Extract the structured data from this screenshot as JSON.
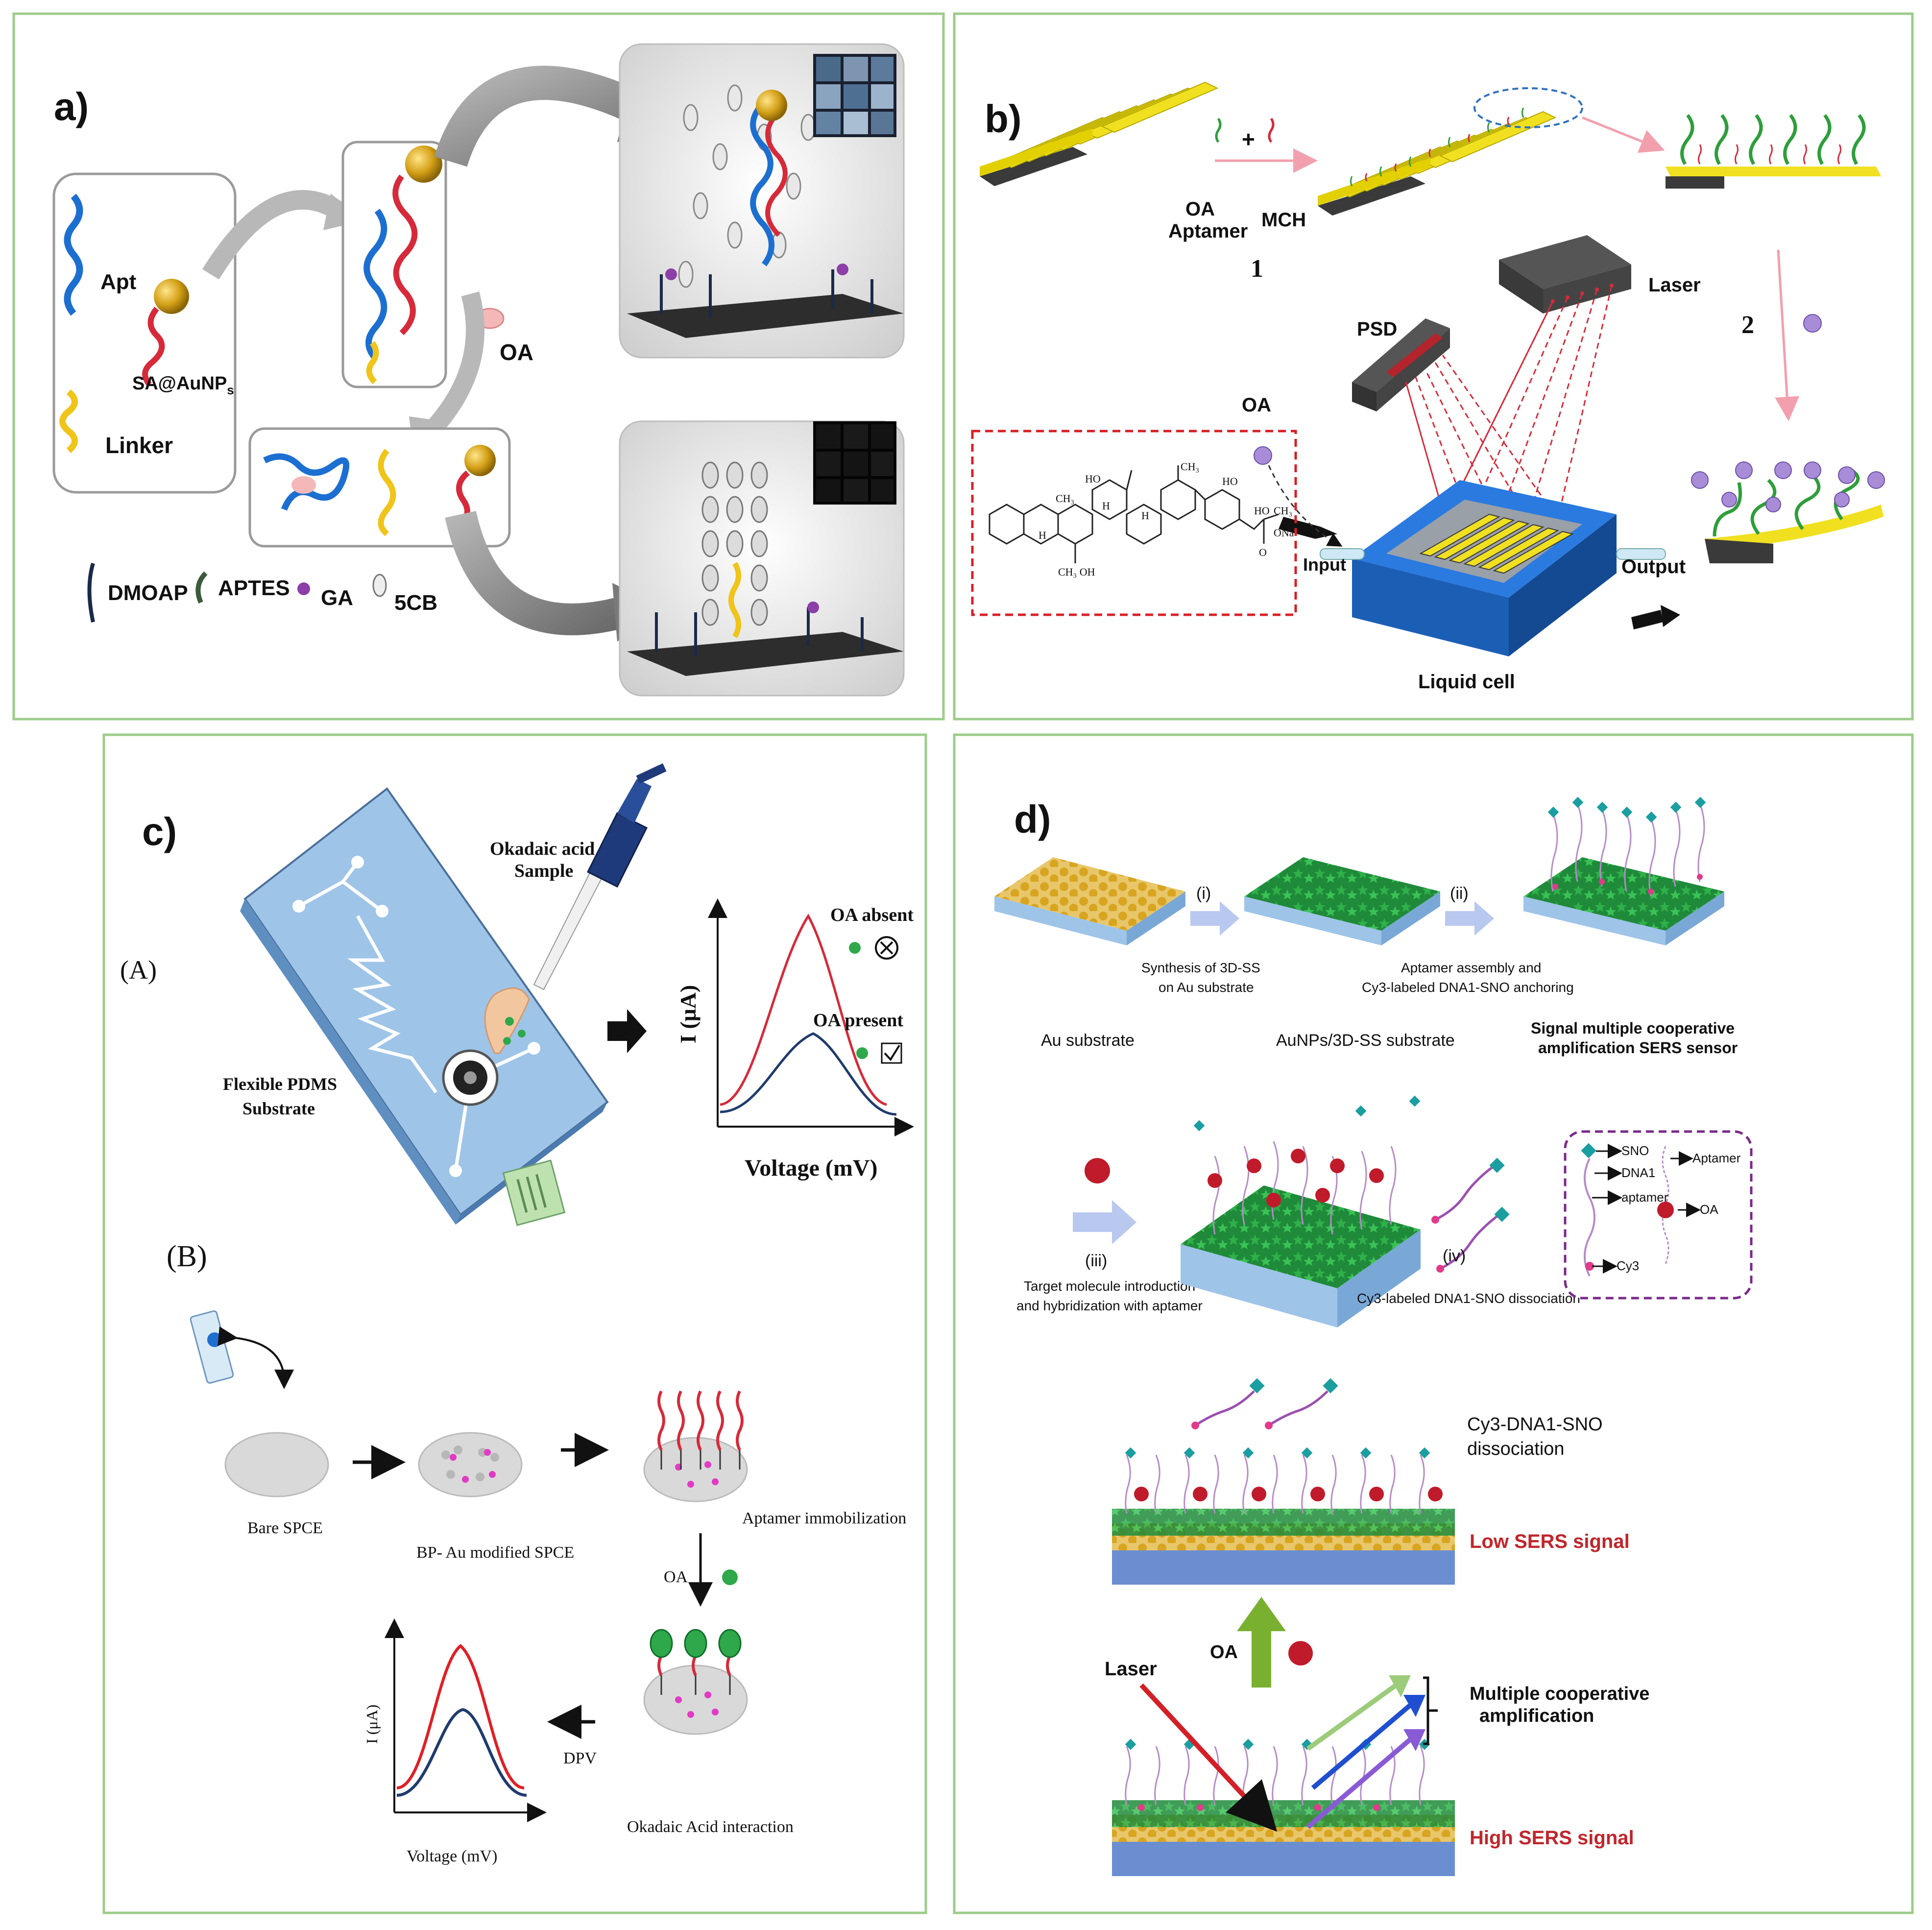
{
  "colors": {
    "frame_green": "#9ccc8a",
    "dna_blue": "#1c6fd1",
    "dna_red": "#d62a3a",
    "linker_yellow": "#f0c419",
    "gold_np": "#d4a017",
    "substrate_dark": "#3a3a3a",
    "pdms_blue": "#9ec4e8",
    "liquid_cell_blue": "#1f6fd0",
    "chem_box_red": "#d81f26",
    "purple_box": "#7a2a8a",
    "sers_green": "#2e9e3a",
    "low_signal_red": "#c0262c"
  },
  "panel_a": {
    "label": "a)",
    "apt": "Apt",
    "sa_aunps": "SA@AuNP",
    "sa_sub": "s",
    "linker": "Linker",
    "oa": "OA",
    "legend": {
      "dmoap": "DMOAP",
      "aptes": "APTES",
      "ga": "GA",
      "cb5": "5CB"
    }
  },
  "panel_b": {
    "label": "b)",
    "plus": "+",
    "oa_aptamer_1": "OA",
    "oa_aptamer_2": "Aptamer",
    "mch": "MCH",
    "step1": "1",
    "step2": "2",
    "laser": "Laser",
    "psd": "PSD",
    "oa": "OA",
    "input": "Input",
    "output": "Output",
    "liquid_cell": "Liquid cell",
    "chem": {
      "ho1": "HO",
      "ho2": "HO",
      "ho3": "HO",
      "h1": "H",
      "h2": "H",
      "h3": "H",
      "ch3a": "CH₃",
      "ch3b": "CH₃",
      "ch3c": "CH₃",
      "ch3oh": "CH₃  OH",
      "ona": "ONa",
      "o": "O"
    }
  },
  "panel_c": {
    "label": "c)",
    "a_label": "(A)",
    "b_label": "(B)",
    "okadaic_1": "Okadaic acid",
    "okadaic_2": "Sample",
    "pdms_1": "Flexible PDMS",
    "pdms_2": "Substrate",
    "oa_absent": "OA absent",
    "oa_present": "OA present",
    "ylabel": "I (μA)",
    "xlabel": "Voltage (mV)",
    "bare_spce": "Bare SPCE",
    "bp_au": "BP- Au modified SPCE",
    "aptamer_imm": "Aptamer  immobilization",
    "oa": "OA",
    "dpv": "DPV",
    "okadaic_interaction": "Okadaic Acid interaction",
    "ylabel_small": "I (μA)",
    "xlabel_small": "Voltage (mV)"
  },
  "panel_d": {
    "label": "d)",
    "step_i": "(i)",
    "step_ii": "(ii)",
    "step_iii": "(iii)",
    "step_iv": "(iv)",
    "synth_1": "Synthesis of 3D-SS",
    "synth_2": "on Au substrate",
    "assembly_1": "Aptamer assembly and",
    "assembly_2": "Cy3-labeled DNA1-SNO anchoring",
    "au_substrate": "Au substrate",
    "aunps": "AuNPs/3D-SS substrate",
    "signal_1": "Signal multiple cooperative",
    "signal_2": "amplification SERS sensor",
    "target_1": "Target molecule introduction",
    "target_2": "and hybridization with aptamer",
    "cy3_diss": "Cy3-labeled DNA1-SNO dissociation",
    "legend": {
      "sno": "SNO",
      "dna1": "DNA1",
      "aptamer_l": "aptamer",
      "cy3": "Cy3",
      "aptamer_r": "Aptamer",
      "oa": "OA"
    },
    "cy3_title_1": "Cy3-DNA1-SNO",
    "cy3_title_2": "dissociation",
    "low_sers": "Low SERS signal",
    "oa": "OA",
    "laser": "Laser",
    "multi_1": "Multiple cooperative",
    "multi_2": "amplification",
    "high_sers": "High SERS signal"
  }
}
